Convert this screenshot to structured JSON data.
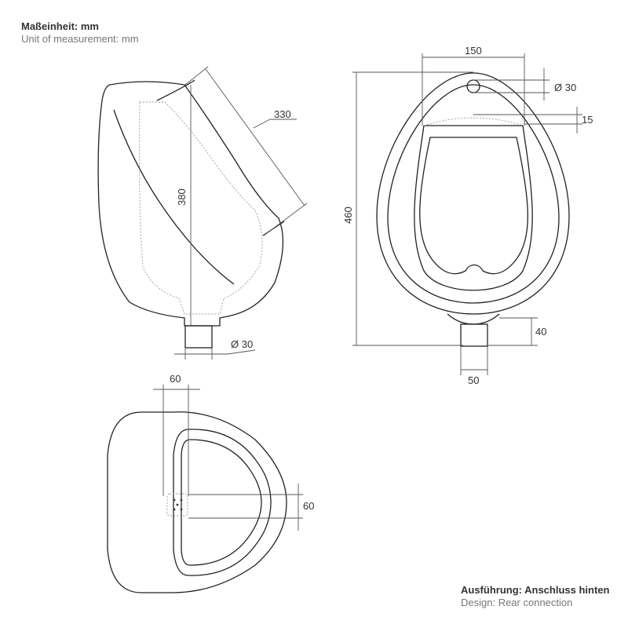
{
  "header": {
    "unit_de": "Maßeinheit: mm",
    "unit_en": "Unit of measurement: mm"
  },
  "footer": {
    "design_de": "Ausführung: Anschluss hinten",
    "design_en": "Design: Rear connection"
  },
  "side_view": {
    "dim_depth": "330",
    "dim_height": "380",
    "dim_outlet": "Ø 30"
  },
  "front_view": {
    "dim_width_top": "150",
    "dim_inlet": "Ø 30",
    "dim_rim": "15",
    "dim_total_height": "460",
    "dim_outlet_height": "40",
    "dim_outlet_width": "50"
  },
  "top_view": {
    "dim_offset_x": "60",
    "dim_offset_y": "60"
  }
}
